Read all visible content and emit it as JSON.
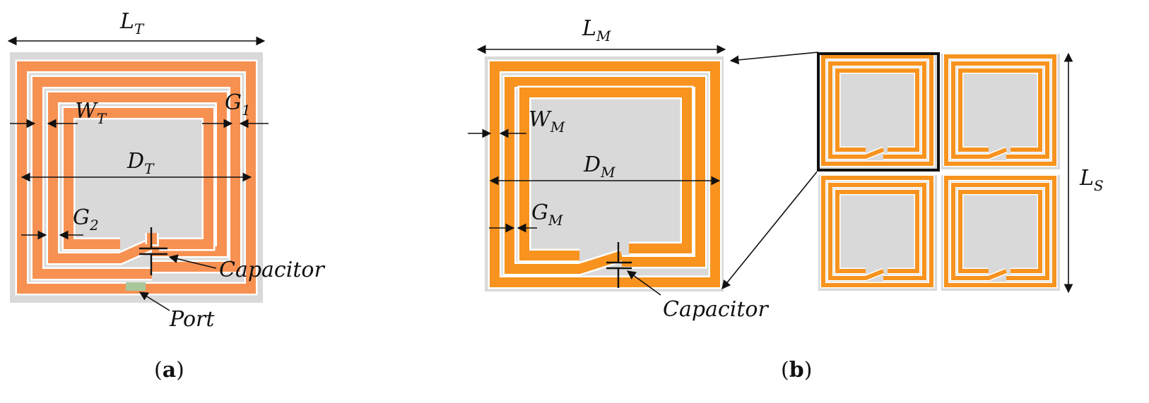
{
  "panel_a": {
    "L": "L",
    "L_sub": "T",
    "W": "W",
    "W_sub": "T",
    "G1": "G",
    "G1_sub": "1",
    "D": "D",
    "D_sub": "T",
    "G2": "G",
    "G2_sub": "2",
    "capacitor": "Capacitor",
    "port": "Port",
    "caption_open": "(",
    "caption_letter": "a",
    "caption_close": ")"
  },
  "panel_b": {
    "L": "L",
    "L_sub": "M",
    "W": "W",
    "W_sub": "M",
    "D": "D",
    "D_sub": "M",
    "G": "G",
    "G_sub": "M",
    "capacitor": "Capacitor",
    "Ls": "L",
    "Ls_sub": "S",
    "caption_open": "(",
    "caption_letter": "b",
    "caption_close": ")"
  },
  "colors": {
    "substrate": "#d9d9d9",
    "trace_a": "#f79152",
    "trace_b": "#f7931e",
    "port": "#a9c79b"
  }
}
